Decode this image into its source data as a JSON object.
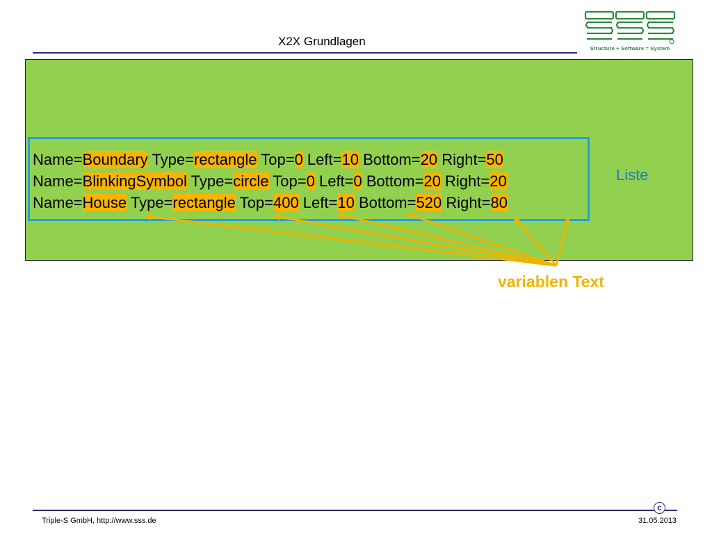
{
  "header": {
    "title": "X2X Grundlagen",
    "logo_tagline": "Structure + Software = System"
  },
  "list": {
    "label": "Liste",
    "lines": [
      [
        {
          "text": "Name="
        },
        {
          "text": "Boundary",
          "hl": true
        },
        {
          "text": " Type="
        },
        {
          "text": "rectangle",
          "hl": true
        },
        {
          "text": " Top="
        },
        {
          "text": "0",
          "hl": true
        },
        {
          "text": " Left="
        },
        {
          "text": "10",
          "hl": true
        },
        {
          "text": " Bottom="
        },
        {
          "text": "20",
          "hl": true
        },
        {
          "text": " Right="
        },
        {
          "text": "50",
          "hl": true
        }
      ],
      [
        {
          "text": "Name="
        },
        {
          "text": "BlinkingSymbol",
          "hl": true
        },
        {
          "text": " Type="
        },
        {
          "text": "circle",
          "hl": true
        },
        {
          "text": " Top="
        },
        {
          "text": "0",
          "hl": true
        },
        {
          "text": " Left="
        },
        {
          "text": "0",
          "hl": true
        },
        {
          "text": " Bottom="
        },
        {
          "text": "20",
          "hl": true
        },
        {
          "text": " Right="
        },
        {
          "text": "20",
          "hl": true
        }
      ],
      [
        {
          "text": "Name="
        },
        {
          "text": "House",
          "hl": true
        },
        {
          "text": " Type="
        },
        {
          "text": "rectangle",
          "hl": true
        },
        {
          "text": " Top="
        },
        {
          "text": "400",
          "hl": true
        },
        {
          "text": " Left="
        },
        {
          "text": "10",
          "hl": true
        },
        {
          "text": " Bottom="
        },
        {
          "text": "520",
          "hl": true
        },
        {
          "text": " Right="
        },
        {
          "text": "80",
          "hl": true
        }
      ]
    ]
  },
  "annotation": {
    "label": "variablen Text"
  },
  "footer": {
    "copyright_symbol": "c",
    "left": "Triple-S GmbH, http://www.sss.de",
    "right": "31.05.2013"
  },
  "colors": {
    "panel": "#92d050",
    "highlight": "#f8b400",
    "list_border": "#1fa3d6",
    "annotation": "#f0b400",
    "liste_label": "#1f7fc4",
    "logo": "#2c8a3c"
  },
  "icons": {
    "logo": "sss-logo-icon",
    "copyright": "copyright-icon"
  }
}
